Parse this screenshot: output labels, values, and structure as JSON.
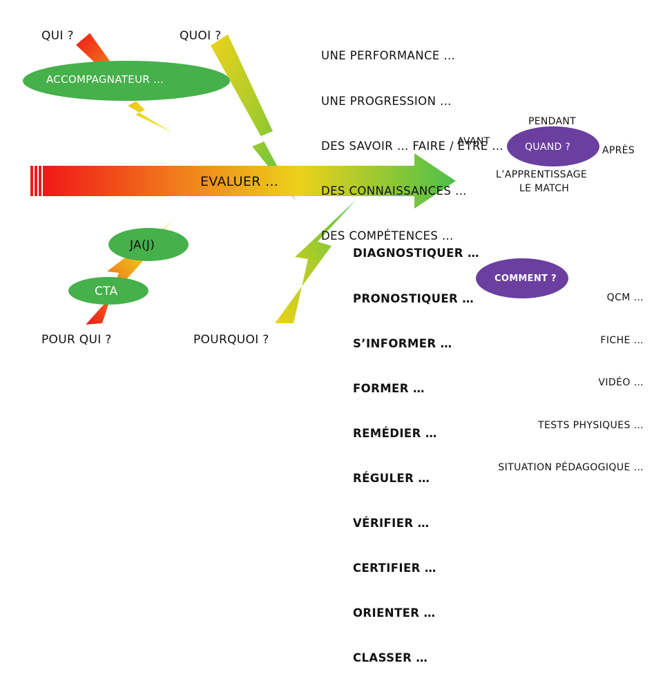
{
  "labels": {
    "qui": "QUI ?",
    "quoi": "QUOI ?",
    "accompagnateur": "ACCOMPAGNATEUR …",
    "evaluer": "EVALUER …",
    "ja": "JA(J)",
    "cta": "CTA",
    "pour_qui": "POUR QUI ?",
    "pourquoi": "POURQUOI ?",
    "quand": "QUAND ?",
    "pendant": "PENDANT",
    "avant": "AVANT",
    "apres": "APRÈS",
    "apprentissage": "L’APPRENTISSAGE",
    "match": "LE MATCH",
    "comment": "COMMENT ?"
  },
  "quoi_items": [
    "UNE PERFORMANCE …",
    "UNE PROGRESSION …",
    "DES SAVOIR … FAIRE / ÊTRE …",
    "DES CONNAISSANCES …",
    "DES COMPÉTENCES …"
  ],
  "pourquoi_items": [
    "DIAGNOSTIQUER …",
    "PRONOSTIQUER …",
    "S’INFORMER …",
    "FORMER …",
    "REMÉDIER …",
    "RÉGULER …",
    "VÉRIFIER …",
    "CERTIFIER …",
    "ORIENTER …",
    "CLASSER …"
  ],
  "comment_items": [
    "QCM …",
    "FICHE …",
    "VIDÉO …",
    "TESTS PHYSIQUES …",
    "SITUATION PÉDAGOGIQUE …"
  ],
  "colors": {
    "red": "#f01818",
    "orange": "#f07a1c",
    "yellow": "#ecd21a",
    "green": "#4cc04a",
    "oval_green": "#46b04a",
    "oval_purple": "#6a3fa0"
  }
}
